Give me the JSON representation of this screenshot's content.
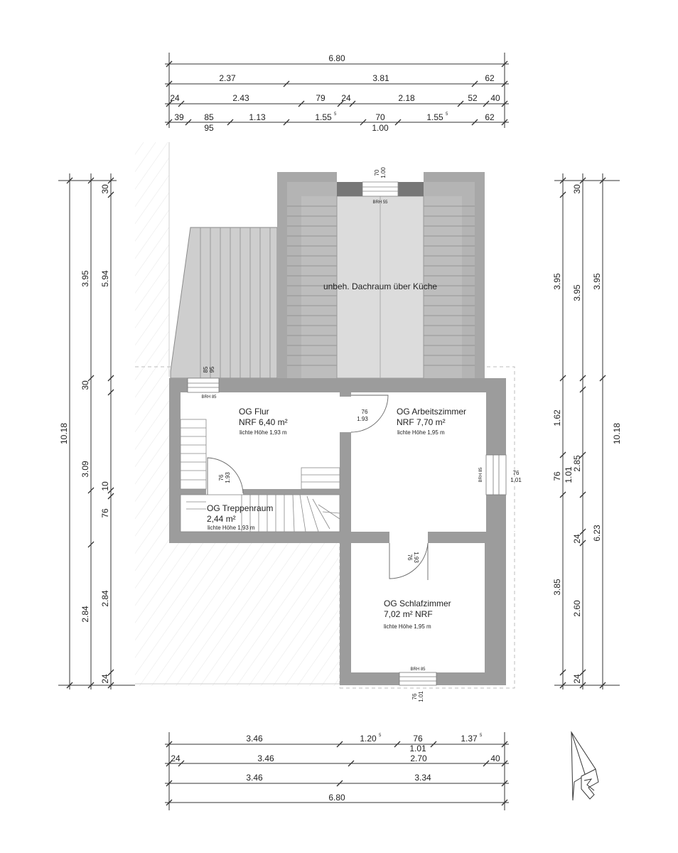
{
  "rooms": {
    "flur": {
      "name": "OG Flur",
      "area": "NRF 6,40 m²",
      "height": "lichte Höhe 1,93 m"
    },
    "arbeit": {
      "name": "OG Arbeitszimmer",
      "area": "NRF 7,70 m²",
      "height": "lichte Höhe 1,95 m"
    },
    "treppe": {
      "name": "OG Treppenraum",
      "area": "2,44 m²",
      "height": "lichte Höhe 1,93 m"
    },
    "schlaf": {
      "name": "OG Schlafzimmer",
      "area": "7,02 m² NRF",
      "height": "lichte Höhe 1,95 m"
    },
    "dach": {
      "name": "unbeh. Dachraum über Küche"
    }
  },
  "openings": {
    "brh55": "BRH 55",
    "brh85_flur": "BRH 85",
    "brh85_arbeit": "BRH 85",
    "brh85_schlaf": "BRH 85",
    "dach_win_w": "70",
    "dach_win_h": "1.00",
    "flur_win_w": "85",
    "flur_win_h": "95",
    "d1_w": "76",
    "d1_h": "1.93",
    "d2_w": "76",
    "d2_h": "1.93",
    "d3_w": "76",
    "d3_h": "1.93",
    "w_arbeit_w": "76",
    "w_arbeit_h": "1.01",
    "w_schlaf_w": "76",
    "w_schlaf_h": "1.01"
  },
  "dims": {
    "top": {
      "r1": [
        "6.80"
      ],
      "r2": [
        "2.37",
        "3.81",
        "62"
      ],
      "r3": [
        "24",
        "2.43",
        "79",
        "24",
        "2.18",
        "52",
        "40"
      ],
      "r4": [
        "39",
        "85",
        "1.13",
        "1.55",
        "70",
        "1.55",
        "62"
      ],
      "r4_sup": "5",
      "r4_sub": [
        "95",
        "1.00"
      ]
    },
    "bottom": {
      "r1": [
        "3.46",
        "1.20",
        "76",
        "1.37"
      ],
      "r1_sup": "5",
      "r1_sub": "1.01",
      "r2": [
        "24",
        "3.46",
        "2.70",
        "40"
      ],
      "r3": [
        "3.46",
        "3.34"
      ],
      "r4": [
        "6.80"
      ]
    },
    "left": {
      "c1": [
        "10.18"
      ],
      "c2": [
        "5.94",
        "3.09",
        "76",
        "2.84"
      ],
      "c3": [
        "30",
        "3.95",
        "30",
        "10",
        "2.84",
        "24"
      ]
    },
    "right": {
      "c1": [
        "30",
        "3.95",
        "1.62",
        "76",
        "3.85",
        "24"
      ],
      "c2": [
        "3.95",
        "1.01",
        "24",
        "2.60"
      ],
      "c3": [
        "3.95",
        "2.85",
        "6.23",
        "10.18"
      ]
    }
  }
}
